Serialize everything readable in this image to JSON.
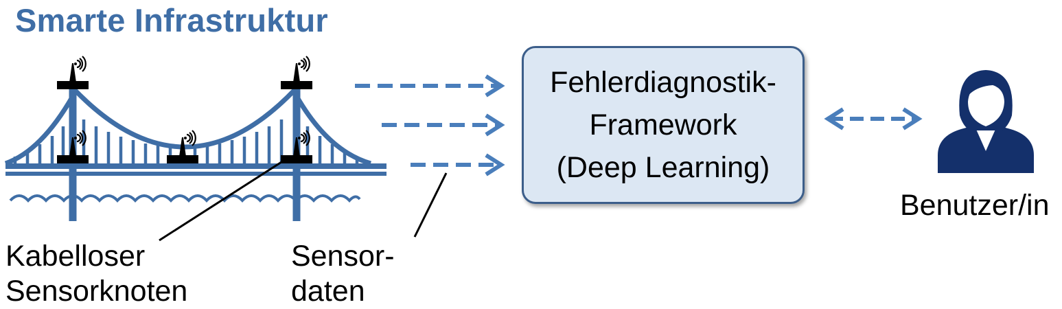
{
  "title": "Smarte Infrastruktur",
  "framework": {
    "lines": [
      "Fehlerdiagnostik-",
      "Framework",
      "(Deep Learning)"
    ]
  },
  "labels": {
    "sensor_node": [
      "Kabelloser",
      "Sensorknoten"
    ],
    "sensor_data": [
      "Sensor-",
      "daten"
    ],
    "user": "Benutzer/in"
  },
  "colors": {
    "bridge": "#3f6ea6",
    "arrow": "#4a7ebb",
    "box_fill": "#dce7f3",
    "box_border": "#3c5e8a",
    "user_icon": "#14306b",
    "sensor": "#000000"
  },
  "icons": [
    "bridge-icon",
    "wireless-sensor-icon",
    "user-icon",
    "dashed-arrow-icon"
  ]
}
